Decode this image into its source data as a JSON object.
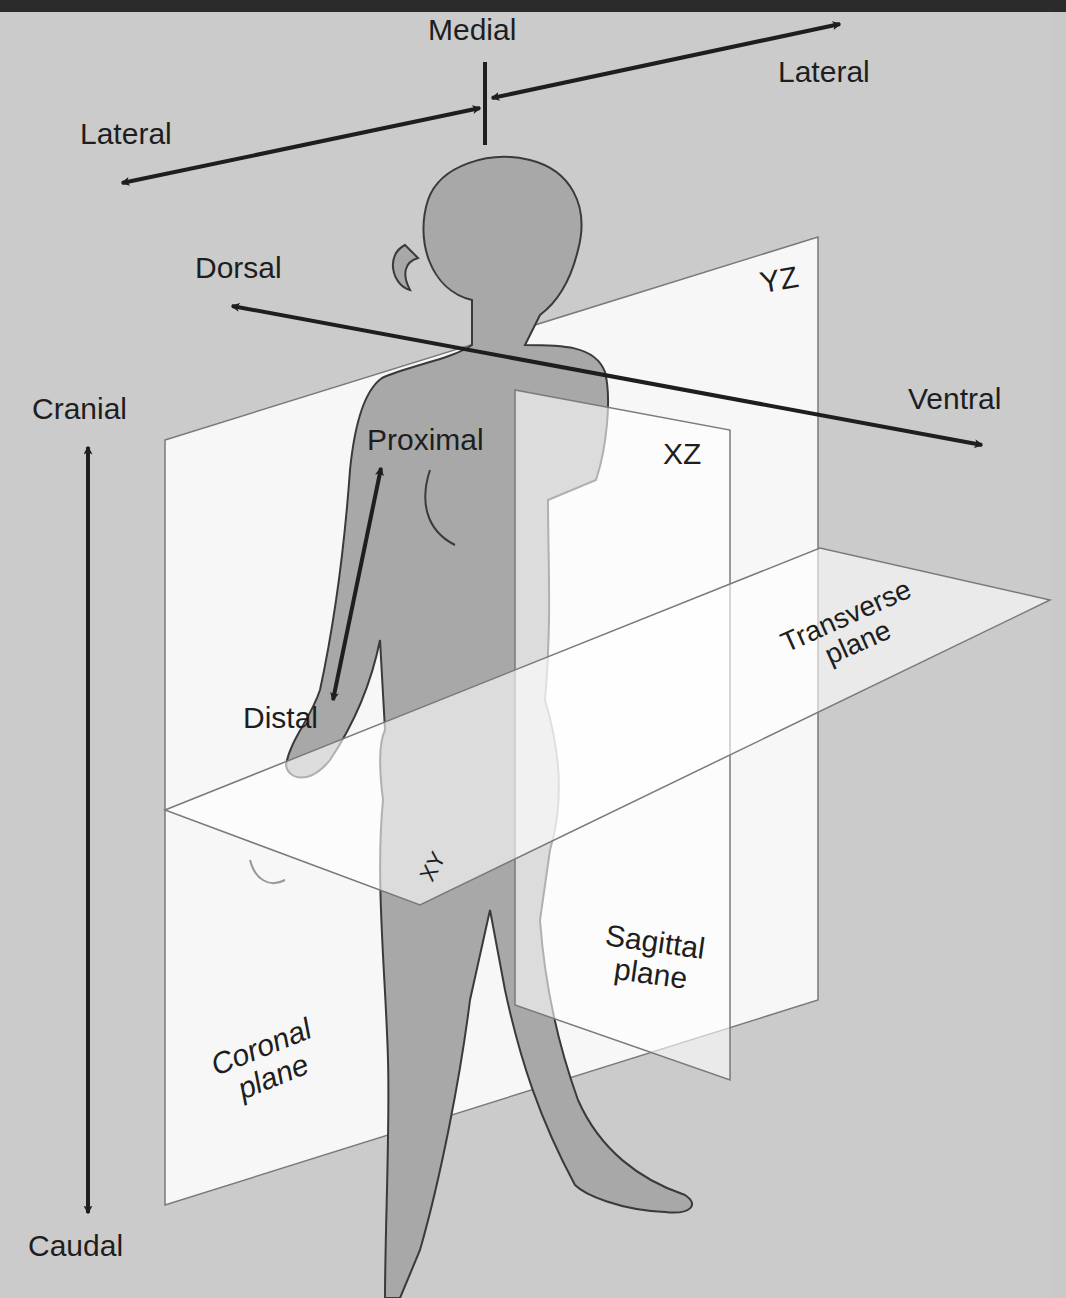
{
  "diagram": {
    "labels": [
      "Medial",
      "Lateral",
      "Lateral",
      "Dorsal",
      "YZ",
      "Cranial",
      "Ventral",
      "Proximal",
      "XZ",
      "Transverse plane",
      "Distal",
      "XY",
      "Sagittal plane",
      "Coronal plane",
      "Caudal"
    ]
  }
}
